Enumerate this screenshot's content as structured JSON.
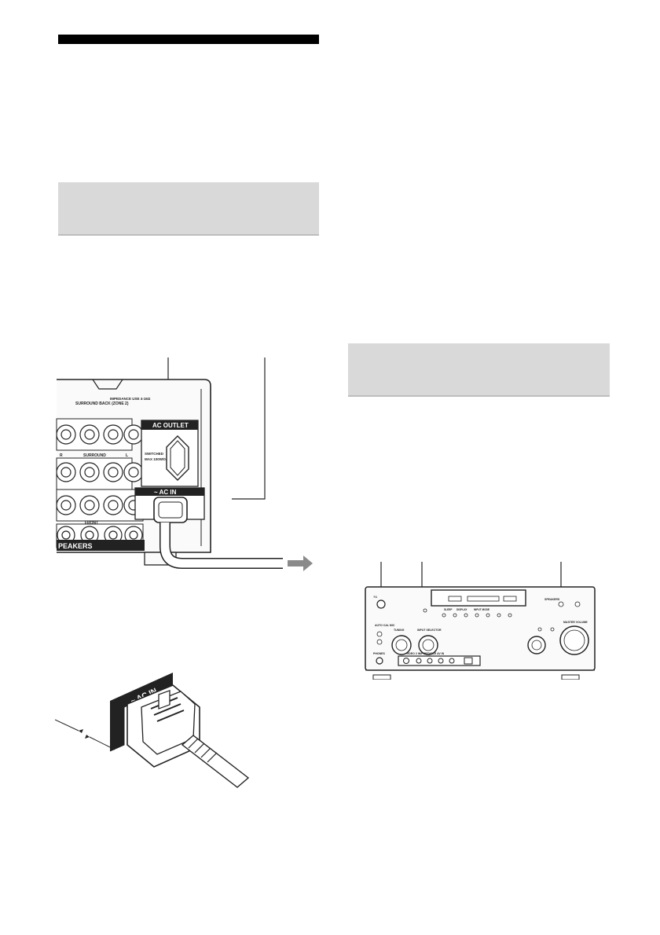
{
  "rear_panel": {
    "impedance_label": "IMPEDANCE USE 4-16Ω",
    "surround_back_label": "SURROUND BACK (ZONE 2)",
    "surround_label": "SURROUND",
    "front_label": "FRONT",
    "speakers_label": "PEAKERS",
    "ac_outlet_label": "AC OUTLET",
    "switched_label": "SWITCHED",
    "max_label": "MAX 100W/0.9A",
    "ac_in_label": "~ AC IN",
    "channel_r": "R",
    "channel_l": "L"
  },
  "plug_closeup": {
    "ac_in_label": "~ AC IN"
  },
  "front_panel": {
    "speakers_label": "SPEAKERS",
    "auto_cal_label": "AUTO CAL MIC",
    "tuning_label": "TUNING",
    "input_selector_label": "INPUT SELECTOR",
    "master_volume_label": "MASTER VOLUME",
    "phones_label": "PHONES",
    "video_inputs_label": "VIDEO 2 IN/PORTABLE AV IN",
    "sleep_label": "SLEEP",
    "display_label": "DISPLAY",
    "input_mode_label": "INPUT MODE",
    "standby_label": "?/1"
  }
}
